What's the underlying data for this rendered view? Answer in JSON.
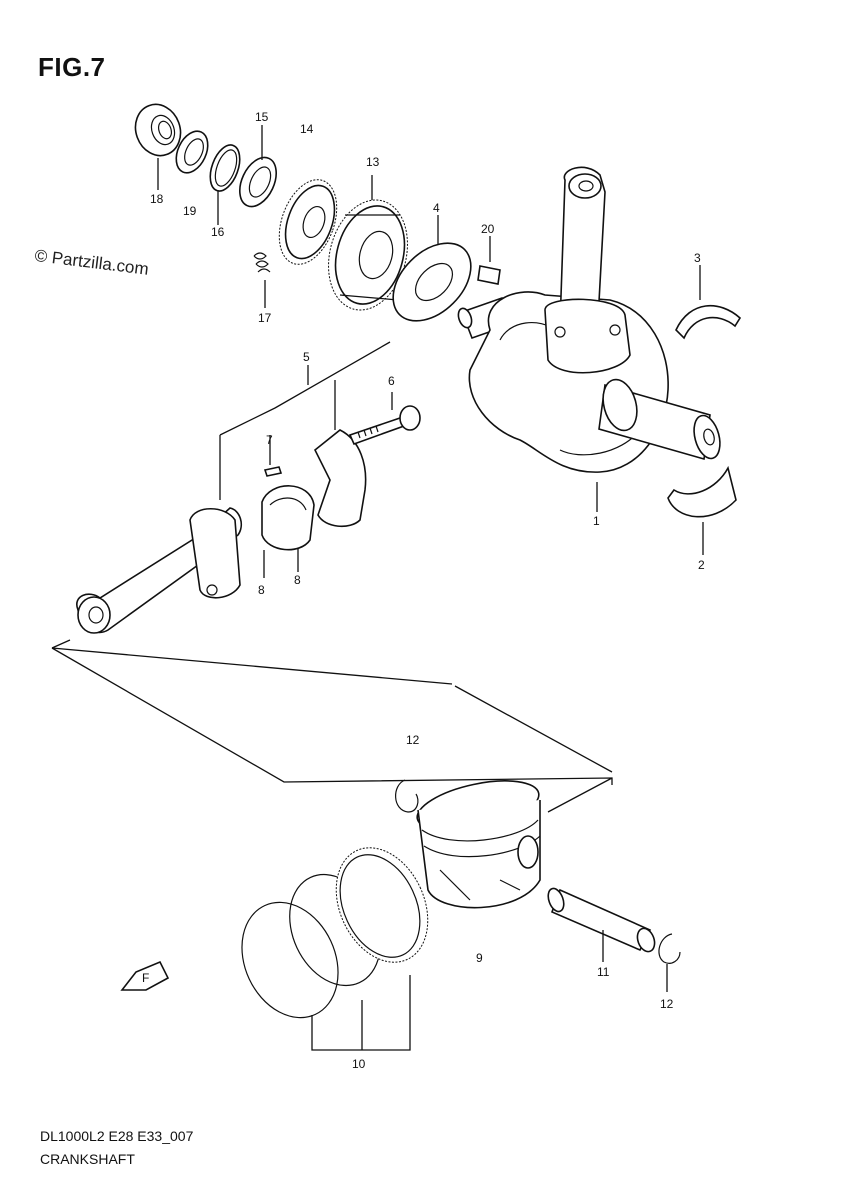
{
  "figure": {
    "title": "FIG.7",
    "watermark": "© Partzilla.com",
    "code": "DL1000L2 E28 E33_007",
    "name": "CRANKSHAFT",
    "front_arrow_label": "F"
  },
  "callouts": [
    {
      "id": "c1",
      "label": "1"
    },
    {
      "id": "c2",
      "label": "2"
    },
    {
      "id": "c3",
      "label": "3"
    },
    {
      "id": "c4",
      "label": "4"
    },
    {
      "id": "c5",
      "label": "5"
    },
    {
      "id": "c6",
      "label": "6"
    },
    {
      "id": "c7",
      "label": "7"
    },
    {
      "id": "c8a",
      "label": "8"
    },
    {
      "id": "c8b",
      "label": "8"
    },
    {
      "id": "c9",
      "label": "9"
    },
    {
      "id": "c10",
      "label": "10"
    },
    {
      "id": "c11",
      "label": "11"
    },
    {
      "id": "c12a",
      "label": "12"
    },
    {
      "id": "c12b",
      "label": "12"
    },
    {
      "id": "c13",
      "label": "13"
    },
    {
      "id": "c14",
      "label": "14"
    },
    {
      "id": "c15",
      "label": "15"
    },
    {
      "id": "c16",
      "label": "16"
    },
    {
      "id": "c17",
      "label": "17"
    },
    {
      "id": "c18",
      "label": "18"
    },
    {
      "id": "c19",
      "label": "19"
    },
    {
      "id": "c20",
      "label": "20"
    }
  ]
}
